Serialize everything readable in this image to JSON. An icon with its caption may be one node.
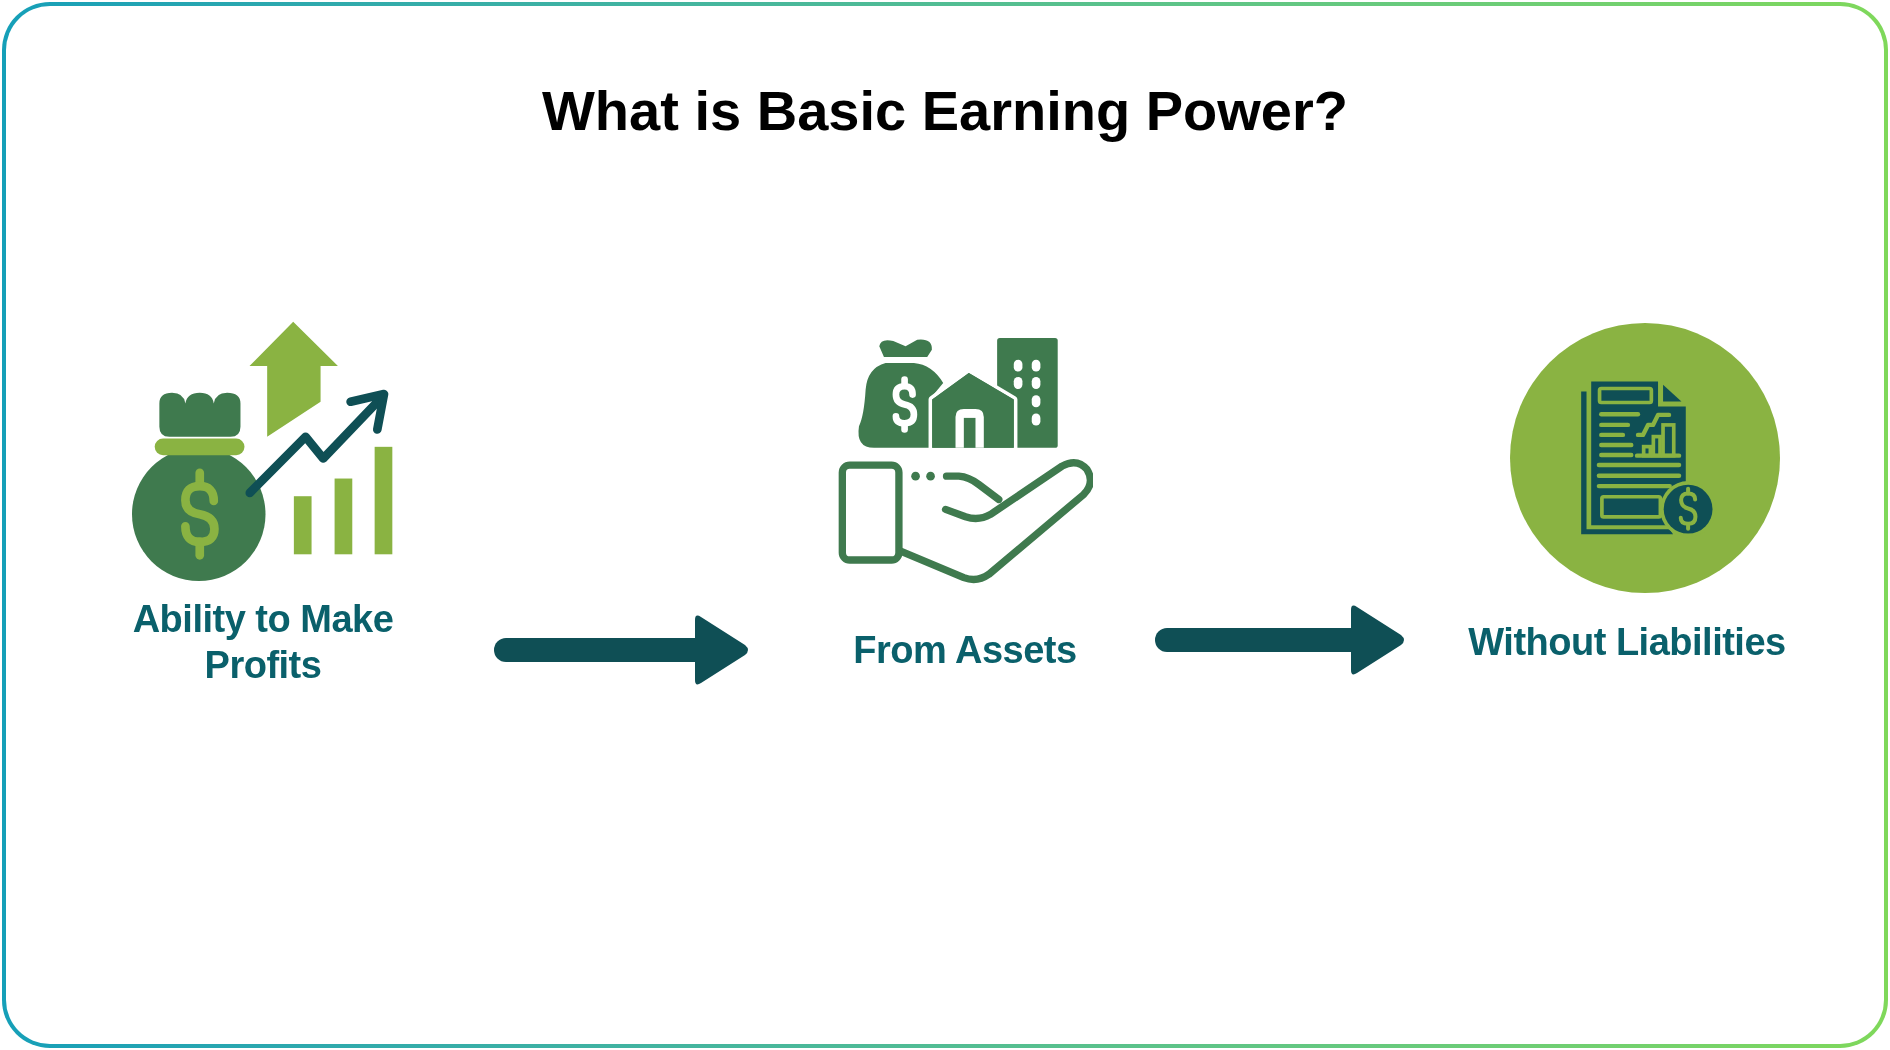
{
  "diagram": {
    "title": "What is Basic Earning Power?",
    "nodes": [
      {
        "text": [
          "Ability to Make Profits"
        ]
      },
      {
        "text": [
          "From Assets"
        ]
      },
      {
        "text": [
          "Without Liabilities"
        ]
      }
    ],
    "edges": [
      {
        "from": 0,
        "to": 1,
        "arrow": "to"
      },
      {
        "from": 1,
        "to": 2,
        "arrow": "to"
      }
    ]
  }
}
